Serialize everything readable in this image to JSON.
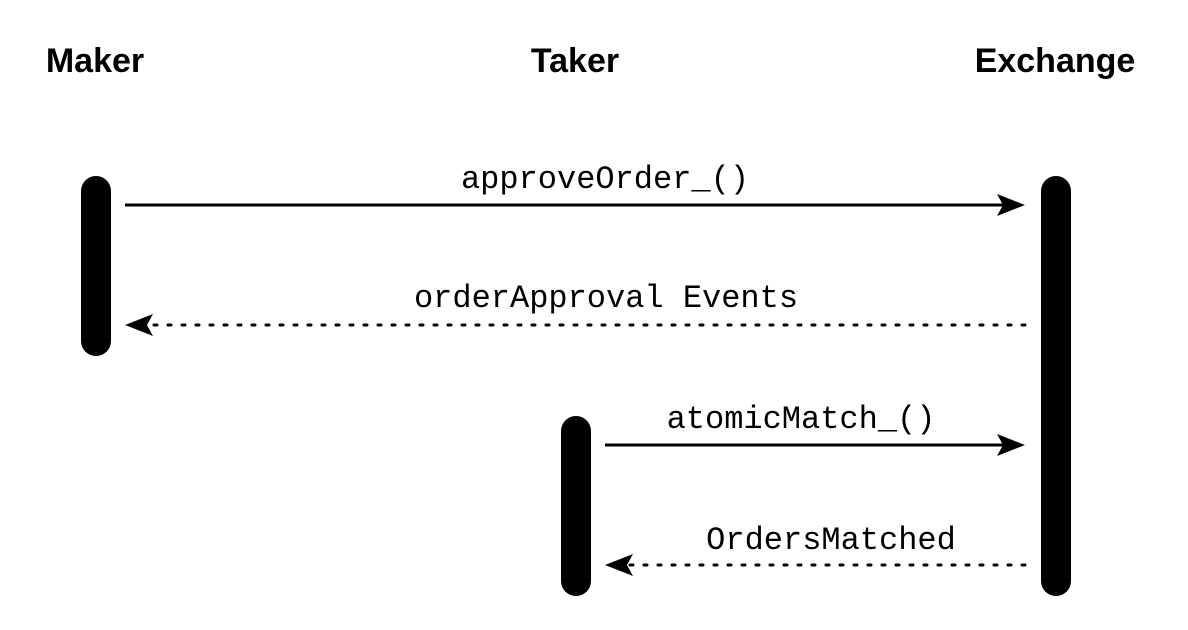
{
  "actors": [
    {
      "id": "maker",
      "label": "Maker"
    },
    {
      "id": "taker",
      "label": "Taker"
    },
    {
      "id": "exchange",
      "label": "Exchange"
    }
  ],
  "messages": [
    {
      "id": "approve-order",
      "label": "approveOrder_()",
      "from": "maker",
      "to": "exchange",
      "style": "solid"
    },
    {
      "id": "order-approval-events",
      "label": "orderApproval Events",
      "from": "exchange",
      "to": "maker",
      "style": "dotted"
    },
    {
      "id": "atomic-match",
      "label": "atomicMatch_()",
      "from": "taker",
      "to": "exchange",
      "style": "solid"
    },
    {
      "id": "orders-matched",
      "label": "OrdersMatched",
      "from": "exchange",
      "to": "taker",
      "style": "dotted"
    }
  ],
  "colors": {
    "ink": "#000000",
    "background": "#ffffff"
  }
}
